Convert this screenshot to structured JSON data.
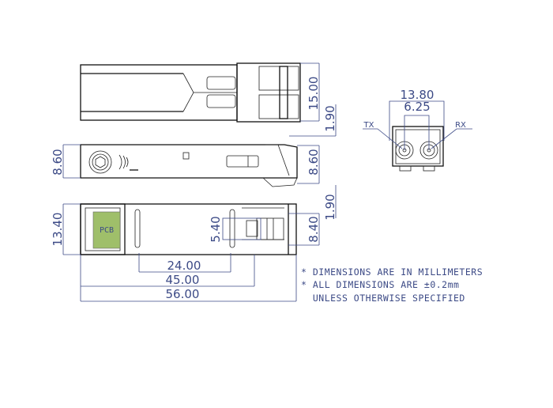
{
  "dimensions": {
    "top_height": "15.00",
    "top_gap": "1.90",
    "side_left_height": "8.60",
    "side_right_height": "8.60",
    "bottom_gap": "1.90",
    "bottom_height": "13.40",
    "connector_inner": "5.40",
    "connector_outer": "8.40",
    "length_24": "24.00",
    "length_45": "45.00",
    "length_56": "56.00",
    "front_width": "13.80",
    "front_pitch": "6.25"
  },
  "labels": {
    "tx": "TX",
    "rx": "RX",
    "pcb": "PCB"
  },
  "notes": [
    "* DIMENSIONS ARE IN MILLIMETERS",
    "* ALL DIMENSIONS ARE ±0.2mm",
    "  UNLESS OTHERWISE SPECIFIED"
  ],
  "colors": {
    "dimension": "#3c4a86",
    "pcb_fill": "#9fbf6a"
  }
}
